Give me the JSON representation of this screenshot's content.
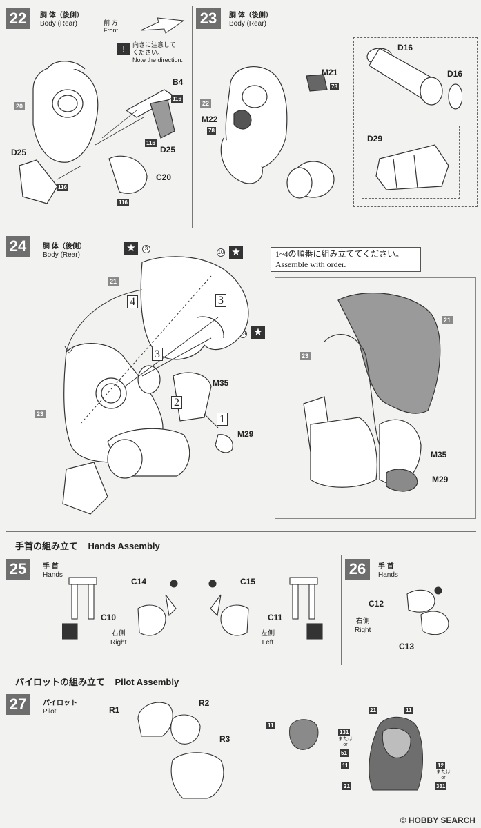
{
  "steps": {
    "s22": {
      "num": "22",
      "title_jp": "胴 体（後側）",
      "title_en": "Body (Rear)"
    },
    "s23": {
      "num": "23",
      "title_jp": "胴 体（後側）",
      "title_en": "Body (Rear)"
    },
    "s24": {
      "num": "24",
      "title_jp": "胴 体（後側）",
      "title_en": "Body (Rear)"
    },
    "s25": {
      "num": "25",
      "title_jp": "手 首",
      "title_en": "Hands"
    },
    "s26": {
      "num": "26",
      "title_jp": "手 首",
      "title_en": "Hands"
    },
    "s27": {
      "num": "27",
      "title_jp": "パイロット",
      "title_en": "Pilot"
    }
  },
  "direction": {
    "jp": "前 方",
    "en": "Front",
    "caution_jp": "向きに注意して",
    "caution_jp2": "ください。",
    "caution_en": "Note the direction."
  },
  "parts22": {
    "b4": "B4",
    "d25a": "D25",
    "d25b": "D25",
    "c20": "C20",
    "ref20": "20",
    "c116a": "116",
    "c116b": "116",
    "c116c": "116",
    "c116d": "116"
  },
  "parts23": {
    "d16a": "D16",
    "d16b": "D16",
    "m21": "M21",
    "m22": "M22",
    "d29": "D29",
    "ref22": "22",
    "c78a": "78",
    "c78b": "78"
  },
  "parts24": {
    "ref21a": "21",
    "ref23a": "23",
    "ref21b": "21",
    "ref23b": "23",
    "m35a": "M35",
    "m29a": "M29",
    "m35b": "M35",
    "m29b": "M29",
    "o1": "1",
    "o2": "2",
    "o3a": "3",
    "o3b": "3",
    "o4": "4",
    "c3": "3",
    "c10": "10",
    "c13": "13",
    "star": "★"
  },
  "note24": {
    "jp": "1~4の順番に組み立ててください。",
    "en": "Assemble with order."
  },
  "hands_section": {
    "jp": "手首の組み立て",
    "en": "Hands Assembly"
  },
  "parts25": {
    "c14": "C14",
    "c15": "C15",
    "c10": "C10",
    "c11": "C11",
    "right_jp": "右側",
    "right_en": "Right",
    "left_jp": "左側",
    "left_en": "Left"
  },
  "parts26": {
    "c12": "C12",
    "c13": "C13",
    "right_jp": "右側",
    "right_en": "Right"
  },
  "pilot_section": {
    "jp": "パイロットの組み立て",
    "en": "Pilot Assembly"
  },
  "parts27": {
    "r1": "R1",
    "r2": "R2",
    "r3": "R3",
    "c11a": "11",
    "c21a": "21",
    "c11b": "11",
    "c131a": "131",
    "or_jp1": "または",
    "or_en1": "or",
    "c51": "51",
    "c11c": "11",
    "c21b": "21",
    "c12": "12",
    "or_jp2": "または",
    "or_en2": "or",
    "c331": "331"
  },
  "watermark": {
    "text": "HOBBY SEARCH",
    "mark": "©"
  }
}
